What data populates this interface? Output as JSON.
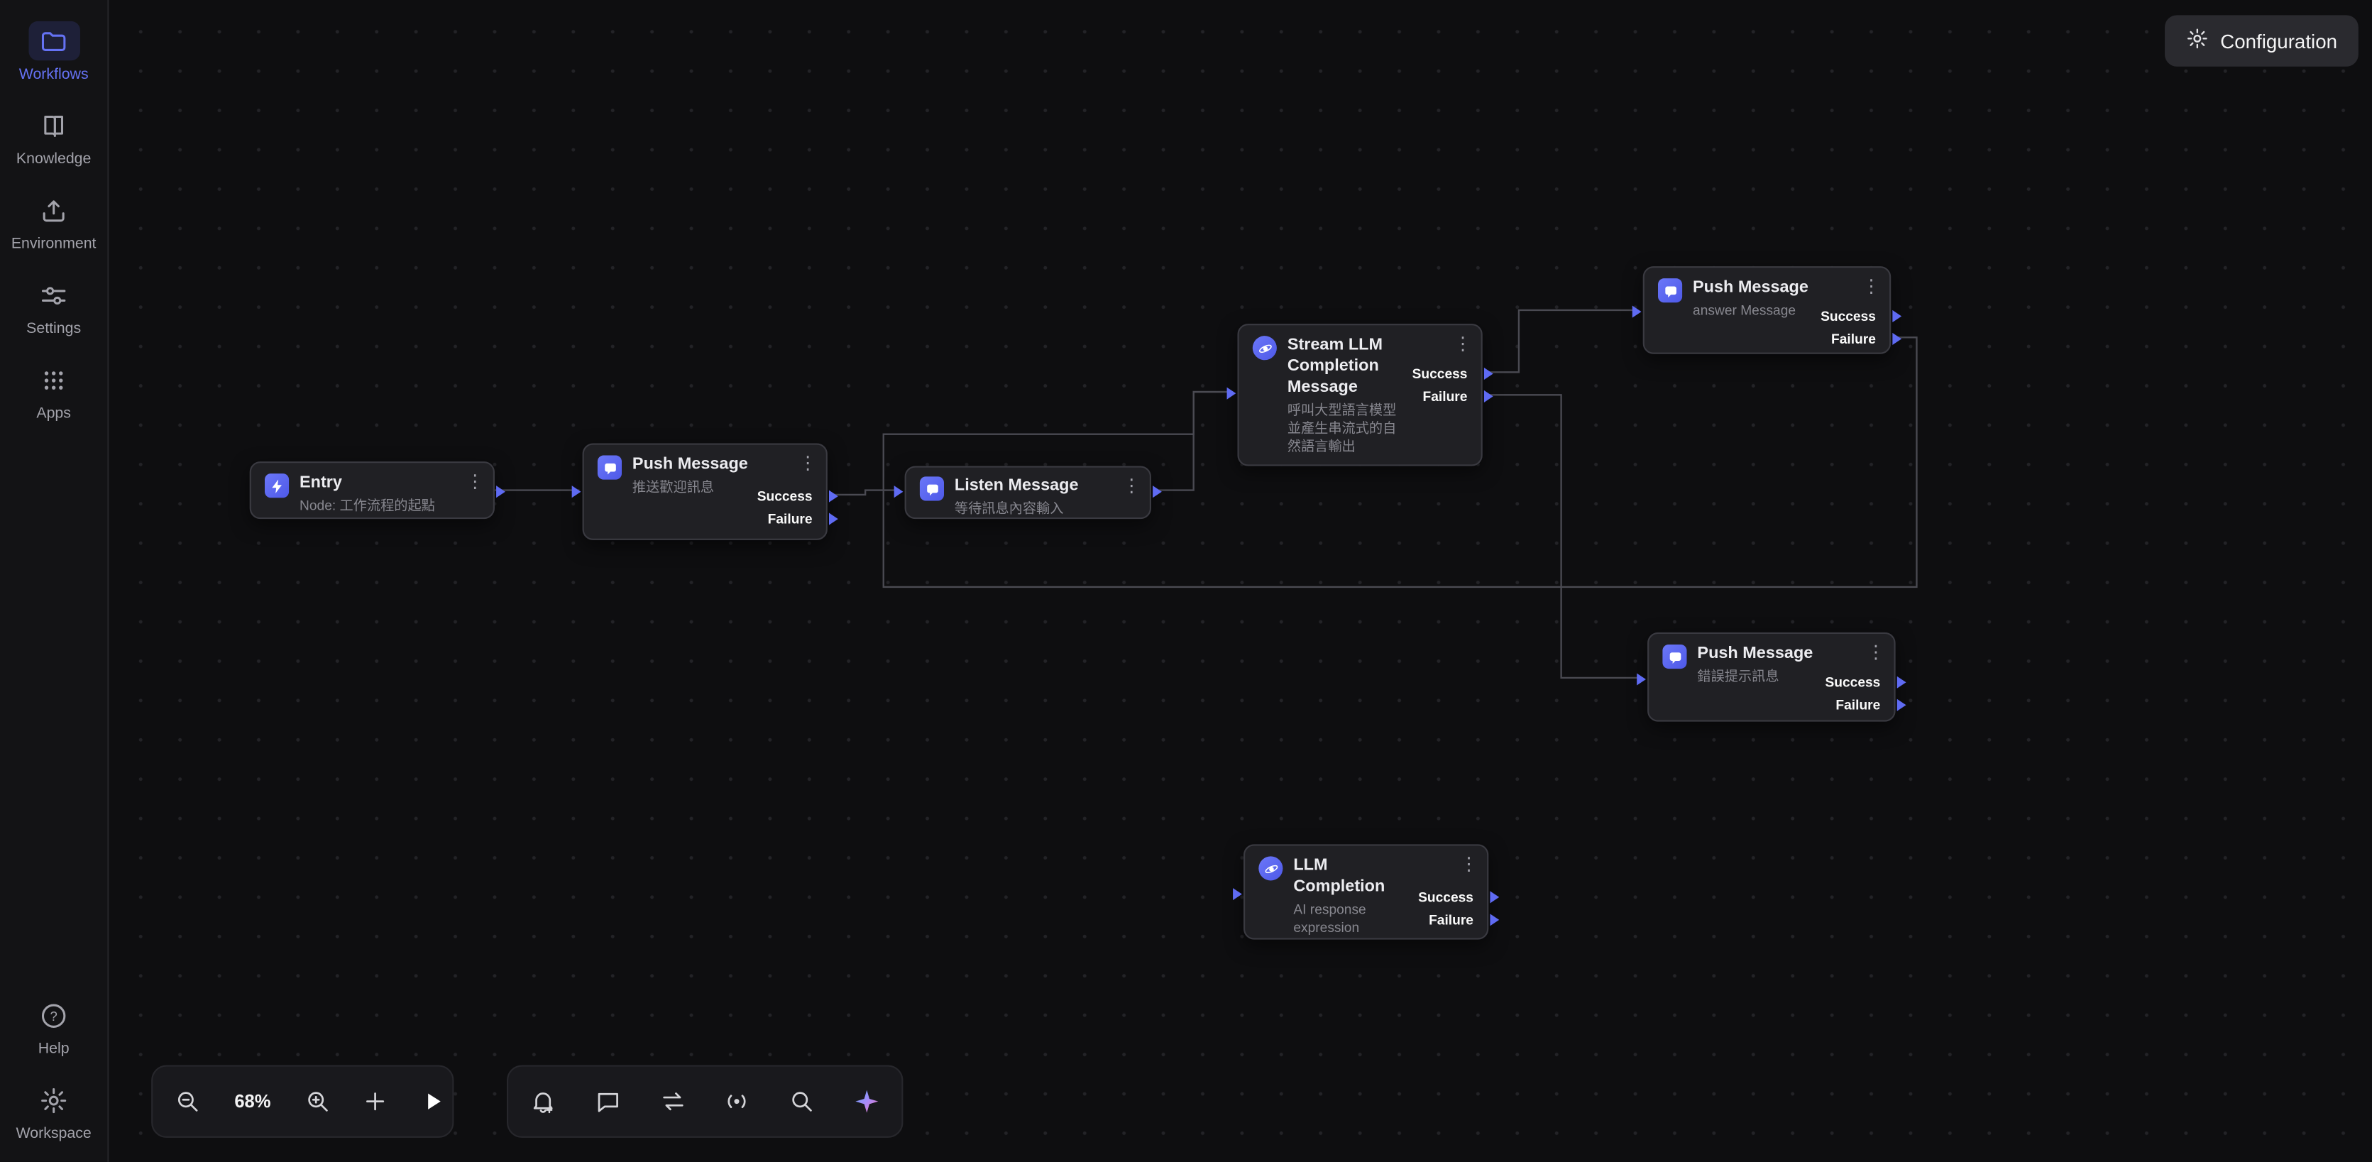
{
  "sidebar": {
    "items": [
      {
        "label": "Workflows",
        "icon": "folder-icon",
        "active": true
      },
      {
        "label": "Knowledge",
        "icon": "book-icon",
        "active": false
      },
      {
        "label": "Environment",
        "icon": "upload-icon",
        "active": false
      },
      {
        "label": "Settings",
        "icon": "sliders-icon",
        "active": false
      },
      {
        "label": "Apps",
        "icon": "apps-grid-icon",
        "active": false
      }
    ],
    "bottom_items": [
      {
        "label": "Help",
        "icon": "help-circle-icon"
      },
      {
        "label": "Workspace",
        "icon": "gear-icon"
      }
    ]
  },
  "header": {
    "configuration": "Configuration"
  },
  "toolbar": {
    "zoom": "68%",
    "icons": [
      "zoom-out",
      "zoom-in",
      "add",
      "run",
      "notification-add",
      "comment",
      "swap-arrows",
      "broadcast",
      "search",
      "ai-sparkle"
    ]
  },
  "icons": {
    "kebab": "⋮",
    "question": "?"
  },
  "colors": {
    "accent": "#5f6bf3",
    "node_bg": "#202024",
    "canvas_bg": "#0e0e10"
  },
  "nodes": [
    {
      "title": "Entry",
      "subtitle": "Node: 工作流程的起點"
    },
    {
      "title": "Push Message",
      "subtitle": "推送歡迎訊息",
      "success": "Success",
      "failure": "Failure"
    },
    {
      "title": "Listen Message",
      "subtitle": "等待訊息內容輸入"
    },
    {
      "title": "Stream LLM Completion Message",
      "subtitle": "呼叫大型語言模型並產生串流式的自然語言輸出",
      "success": "Success",
      "failure": "Failure"
    },
    {
      "title": "Push Message",
      "subtitle": "answer Message",
      "success": "Success",
      "failure": "Failure"
    },
    {
      "title": "Push Message",
      "subtitle": "錯誤提示訊息",
      "success": "Success",
      "failure": "Failure"
    },
    {
      "title": "LLM Completion",
      "subtitle": "AI response expression",
      "success": "Success",
      "failure": "Failure"
    }
  ],
  "edges": [
    {
      "from": "Entry",
      "to": "Push Message (welcome)"
    },
    {
      "from": "Push Message (welcome):Success",
      "to": "Listen Message"
    },
    {
      "from": "Listen Message",
      "to": "Stream LLM Completion Message"
    },
    {
      "from": "Stream LLM Completion Message:Success",
      "to": "Push Message (answer)"
    },
    {
      "from": "Stream LLM Completion Message:Failure",
      "to": "Push Message (error)"
    },
    {
      "from": "Push Message (answer):Failure",
      "to": "Stream LLM Completion Message"
    }
  ]
}
